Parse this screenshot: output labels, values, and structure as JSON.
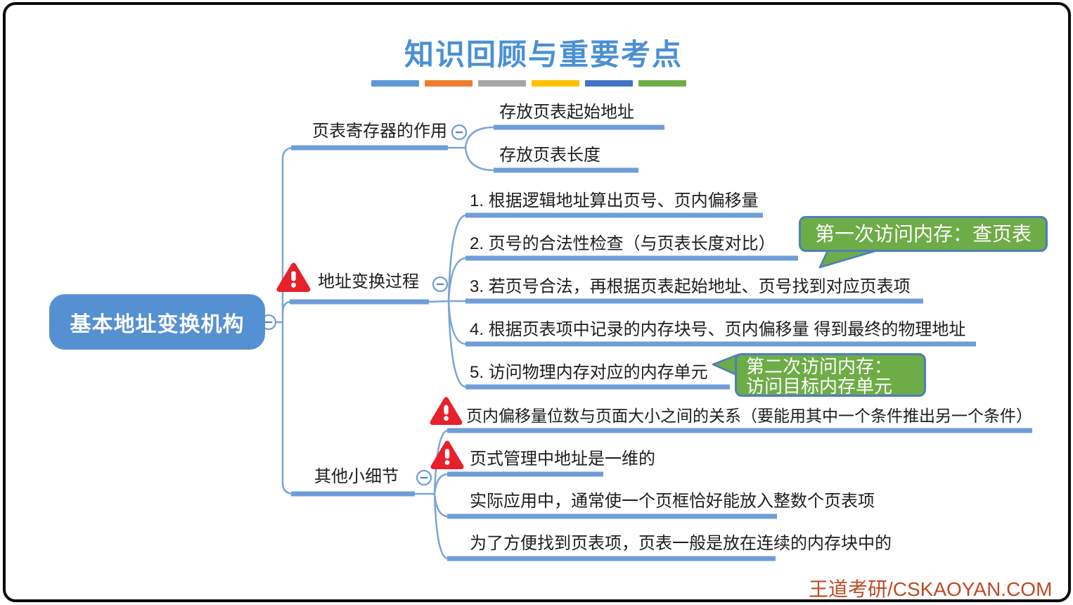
{
  "title": "知识回顾与重要考点",
  "legend_bars": [
    "#5B9BD5",
    "#ED7D31",
    "#A5A5A5",
    "#FFC000",
    "#4472C4",
    "#70AD47"
  ],
  "root": {
    "label": "基本地址变换机构"
  },
  "branch1": {
    "label": "页表寄存器的作用",
    "child1": "存放页表起始地址",
    "child2": "存放页表长度"
  },
  "branch2": {
    "label": "地址变换过程",
    "step1": "1. 根据逻辑地址算出页号、页内偏移量",
    "step2": "2. 页号的合法性检查（与页表长度对比）",
    "step3": "3. 若页号合法，再根据页表起始地址、页号找到对应页表项",
    "step4": "4. 根据页表项中记录的内存块号、页内偏移量 得到最终的物理地址",
    "step5": "5. 访问物理内存对应的内存单元"
  },
  "branch3": {
    "label": "其他小细节",
    "item1": "页内偏移量位数与页面大小之间的关系（要能用其中一个条件推出另一个条件）",
    "item2": "页式管理中地址是一维的",
    "item3": "实际应用中，通常使一个页框恰好能放入整数个页表项",
    "item4": "为了方便找到页表项，页表一般是放在连续的内存块中的"
  },
  "callout1": {
    "text": "第一次访问内存：查页表"
  },
  "callout2": {
    "line1": "第二次访问内存：",
    "line2": "访问目标内存单元"
  },
  "watermark": "王道考研/CSKAOYAN.COM",
  "icons": {
    "collapse": "minus-circle",
    "warning": "warning-triangle"
  },
  "colors": {
    "title_blue": "#4A90D5",
    "node_blue": "#5590D2",
    "line_blue": "#6F9DD8",
    "callout_green": "#6EAC47",
    "callout_border_blue": "#4E7EBB",
    "warning_red": "#E8202C",
    "watermark_red": "#BE4A26",
    "text_dark": "#1D1D1D"
  }
}
